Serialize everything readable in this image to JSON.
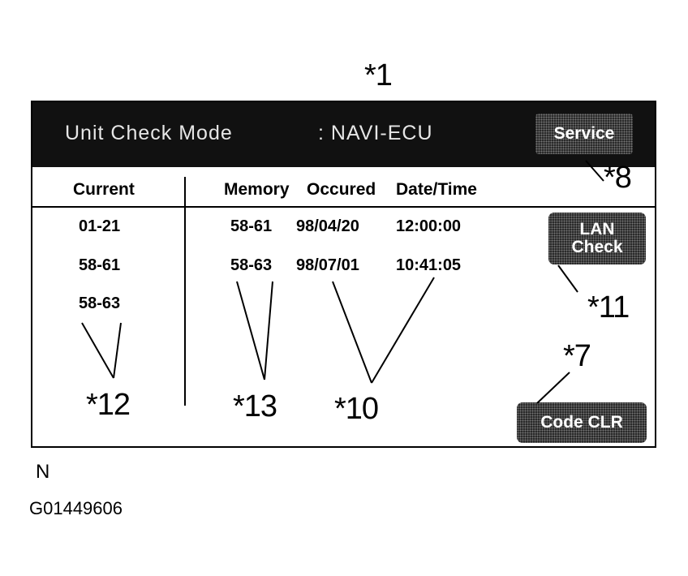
{
  "callouts": {
    "c1": "*1",
    "c8": "*8",
    "c11": "*11",
    "c7": "*7",
    "c12": "*12",
    "c13": "*13",
    "c10": "*10"
  },
  "screen": {
    "title_label": "Unit  Check  Mode",
    "title_value": ": NAVI-ECU",
    "service_button": "Service",
    "lan_check_button": [
      "LAN",
      "Check"
    ],
    "code_clr_button": "Code CLR",
    "headers": {
      "current": "Current",
      "memory": "Memory",
      "occured": "Occured",
      "datetime": "Date/Time"
    },
    "current_codes": [
      "01-21",
      "58-61",
      "58-63"
    ],
    "memory_rows": [
      {
        "code": "58-61",
        "date": "98/04/20",
        "time": "12:00:00"
      },
      {
        "code": "58-63",
        "date": "98/07/01",
        "time": "10:41:05"
      }
    ]
  },
  "footer": {
    "letter": "N",
    "figure_id": "G01449606"
  }
}
